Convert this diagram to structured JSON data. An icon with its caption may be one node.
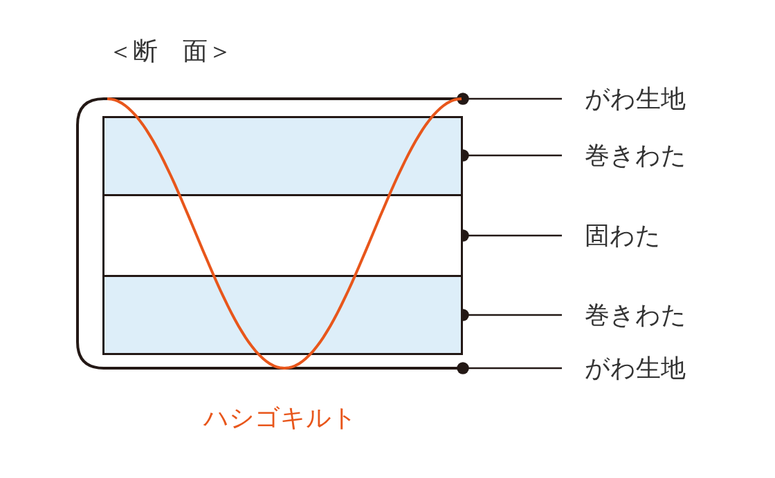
{
  "diagram": {
    "title": "＜断　面＞",
    "nodes": [
      {
        "text": [],
        "shape": "box"
      },
      {
        "text": [],
        "shape": "box",
        "in": 0
      },
      {
        "text": [],
        "shape": "box",
        "in": 0
      },
      {
        "text": [],
        "shape": "box",
        "in": 0
      },
      {
        "text": [
          "がわ生地"
        ]
      },
      {
        "text": [
          "巻きわた"
        ]
      },
      {
        "text": [
          "固わた"
        ]
      },
      {
        "text": [
          "巻きわた"
        ]
      },
      {
        "text": [
          "がわ生地"
        ]
      }
    ],
    "edges": [
      {
        "from": 4,
        "to": 0,
        "arrow": "other"
      },
      {
        "from": 5,
        "to": 1,
        "arrow": "other"
      },
      {
        "from": 6,
        "to": 2,
        "arrow": "other"
      },
      {
        "from": 7,
        "to": 3,
        "arrow": "other"
      },
      {
        "from": 8,
        "to": 0,
        "arrow": "other"
      }
    ],
    "labels": [
      "ハシゴキルト"
    ]
  }
}
